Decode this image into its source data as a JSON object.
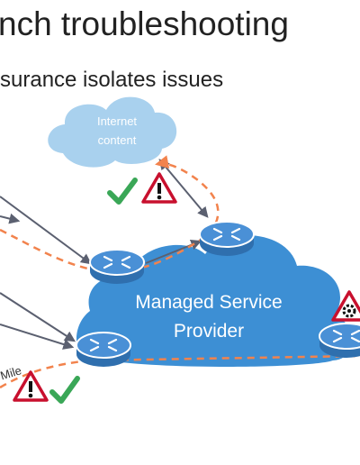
{
  "title": "nch troubleshooting",
  "subtitle": "surance isolates issues",
  "nodes": {
    "internet_line1": "Internet",
    "internet_line2": "content",
    "msp_line1": "Managed Service",
    "msp_line2": "Provider",
    "mile_label": "Mile"
  },
  "colors": {
    "cloud_blue": "#3d8fd4",
    "internet_cloud": "#a9d1ee",
    "dashed_path": "#f2834d",
    "alert_red": "#c8102e",
    "check_green": "#3aa757",
    "router": "#4a90d6",
    "link_gray": "#5b6070"
  },
  "icons": [
    "warning-icon",
    "check-icon",
    "router-icon",
    "alert-gear-icon"
  ]
}
